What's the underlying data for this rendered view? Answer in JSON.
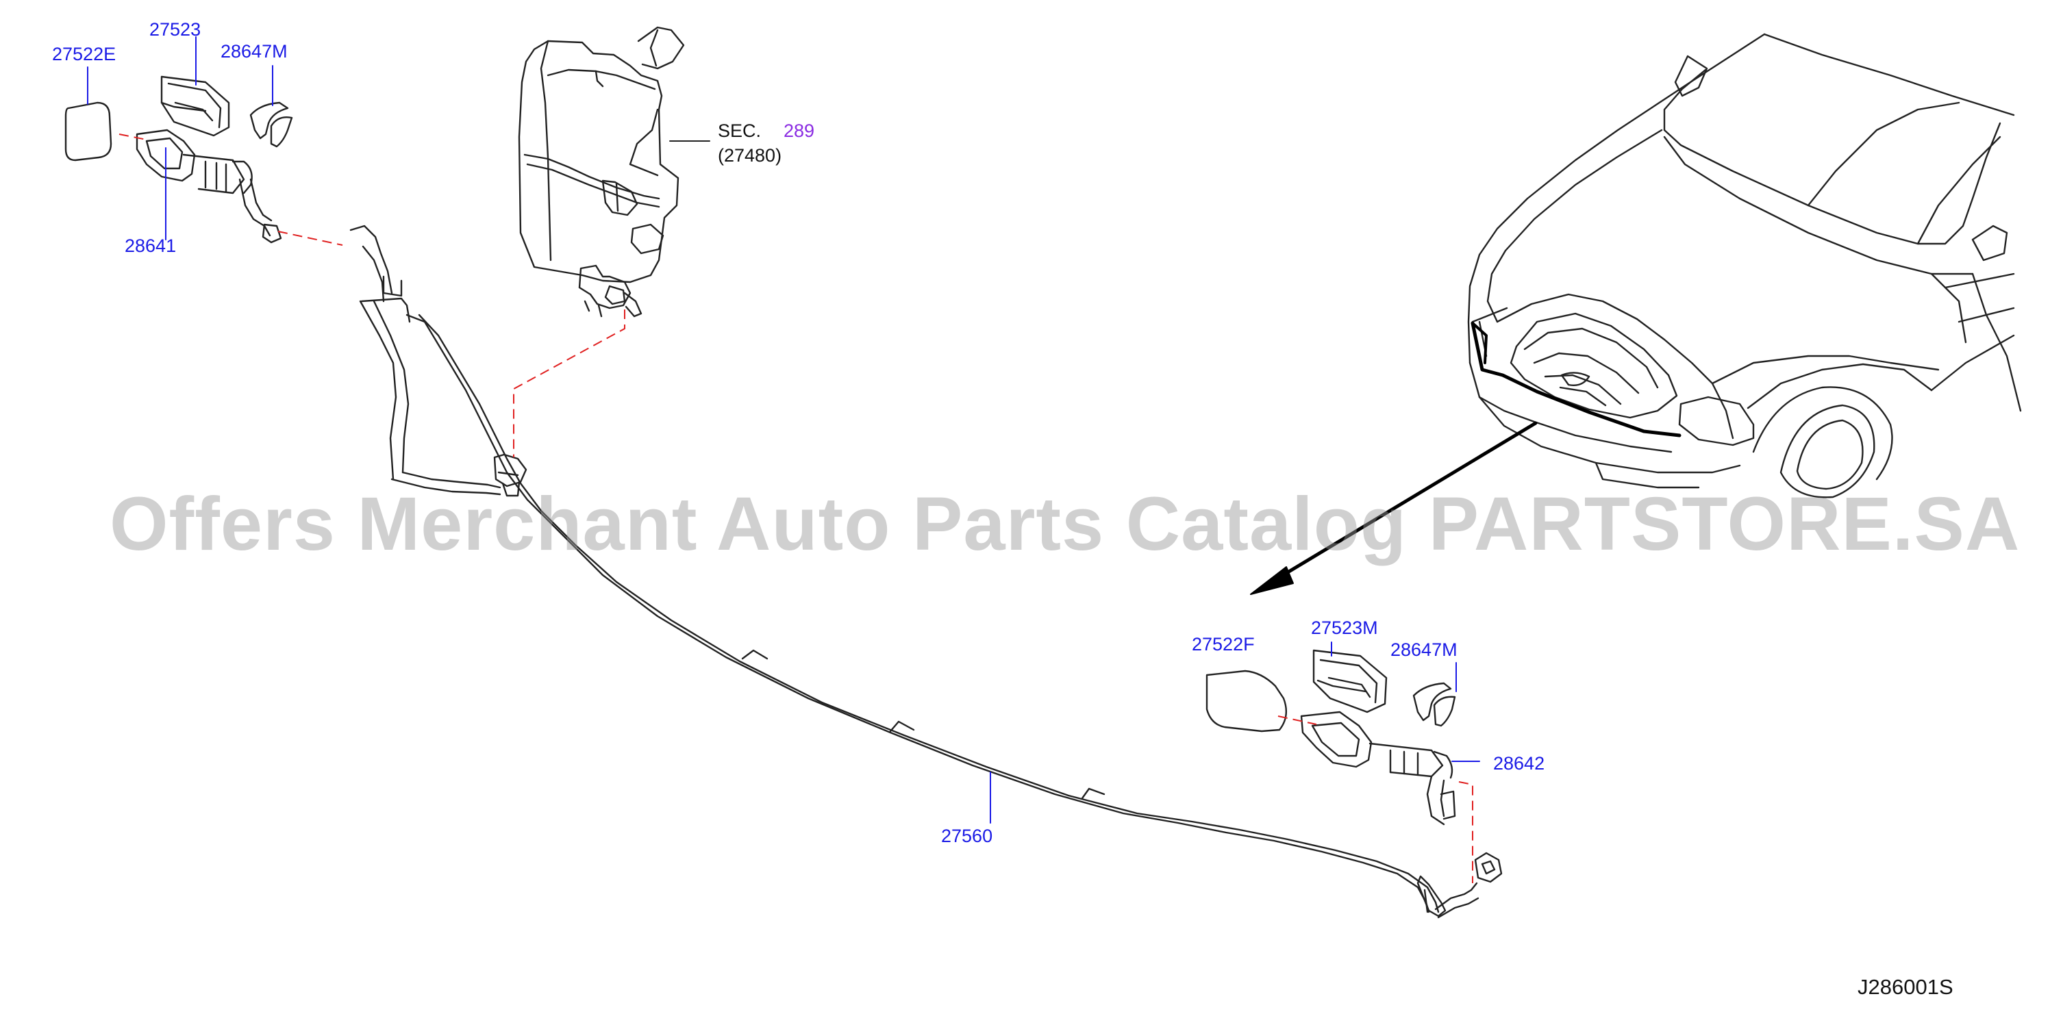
{
  "parts": {
    "p27522E": "27522E",
    "p27523": "27523",
    "p28647M_top": "28647M",
    "p28641": "28641",
    "sec_prefix": "SEC.",
    "sec_number": "289",
    "p27480": "(27480)",
    "p27522F": "27522F",
    "p27523M": "27523M",
    "p28647M_bottom": "28647M",
    "p28642": "28642",
    "p27560": "27560"
  },
  "diagram_code": "J286001S",
  "watermark": "Offers Merchant Auto Parts Catalog PARTSTORE.SA",
  "colors": {
    "label_blue": "#1a1ae6",
    "link_purple": "#8a2be2",
    "dash_red": "#e02020",
    "line": "#222222"
  }
}
